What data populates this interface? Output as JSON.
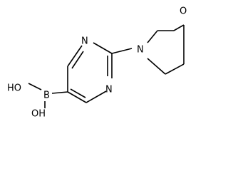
{
  "structure": {
    "atoms": {
      "n_pyrimidine_top": "N",
      "n_pyrimidine_bottom": "N",
      "n_morpholine": "N",
      "o_morpholine": "O",
      "boron": "B",
      "hydroxyl_top": "HO",
      "hydroxyl_bottom": "OH"
    },
    "colors": {
      "ink": "#000000",
      "background": "#ffffff"
    }
  }
}
